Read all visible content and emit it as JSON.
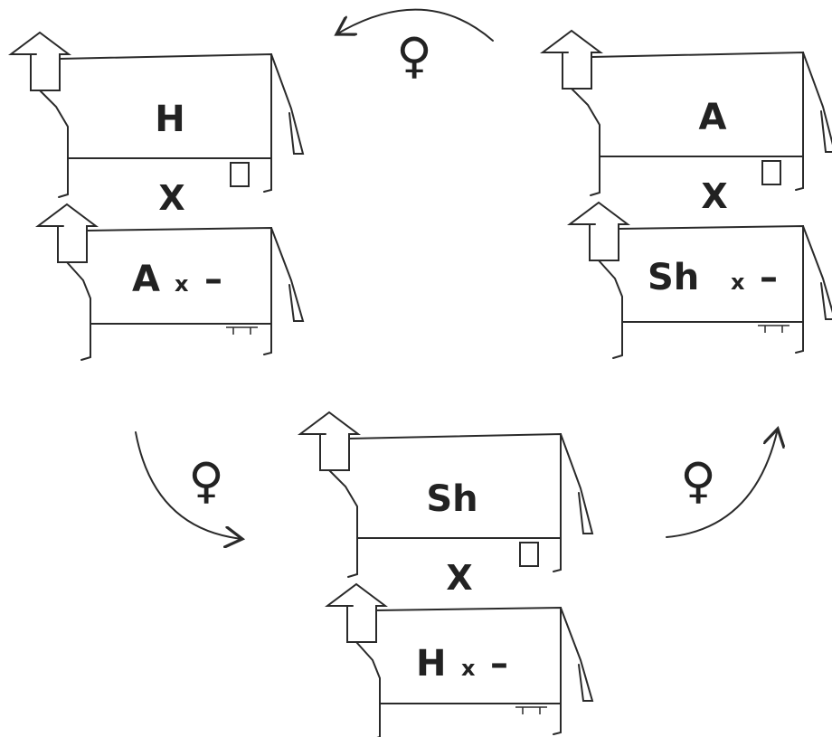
{
  "colors": {
    "line": "#2a2a2a",
    "background": "#ffffff",
    "text": "#222222"
  },
  "female_symbol": "♀",
  "cross_symbol": "X",
  "crosses": [
    {
      "id": "top-left",
      "dam_breed": "H",
      "sire_label": {
        "breed": "A",
        "x": "x",
        "dash": "–"
      }
    },
    {
      "id": "top-right",
      "dam_breed": "A",
      "sire_label": {
        "breed": "Sh",
        "x": "x",
        "dash": "–"
      }
    },
    {
      "id": "bottom-center",
      "dam_breed": "Sh",
      "sire_label": {
        "breed": "H",
        "x": "x",
        "dash": "–"
      }
    }
  ],
  "arrows": [
    {
      "id": "arrow-top",
      "label": "♀"
    },
    {
      "id": "arrow-left",
      "label": "♀"
    },
    {
      "id": "arrow-right",
      "label": "♀"
    }
  ]
}
